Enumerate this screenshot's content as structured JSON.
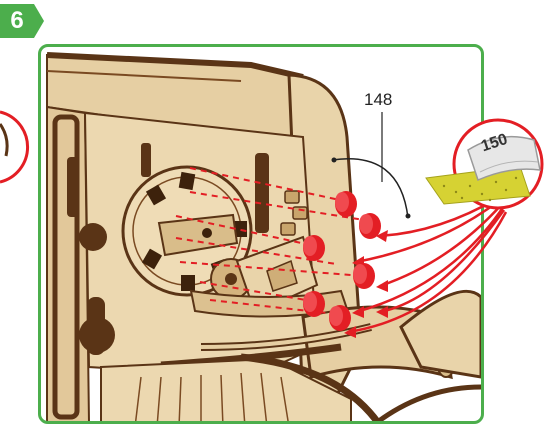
{
  "step": {
    "number": "6"
  },
  "callout": {
    "dimension": "148",
    "part_length": "150"
  },
  "colors": {
    "accent_green": "#4cae4c",
    "peg_red": "#e31e24",
    "wood_light": "#e6cfa3",
    "wood_dark": "#5a3416",
    "sandpaper": "#d6d233"
  },
  "icons": {
    "step": "step-badge-icon",
    "sandpaper": "sandpaper-icon"
  }
}
